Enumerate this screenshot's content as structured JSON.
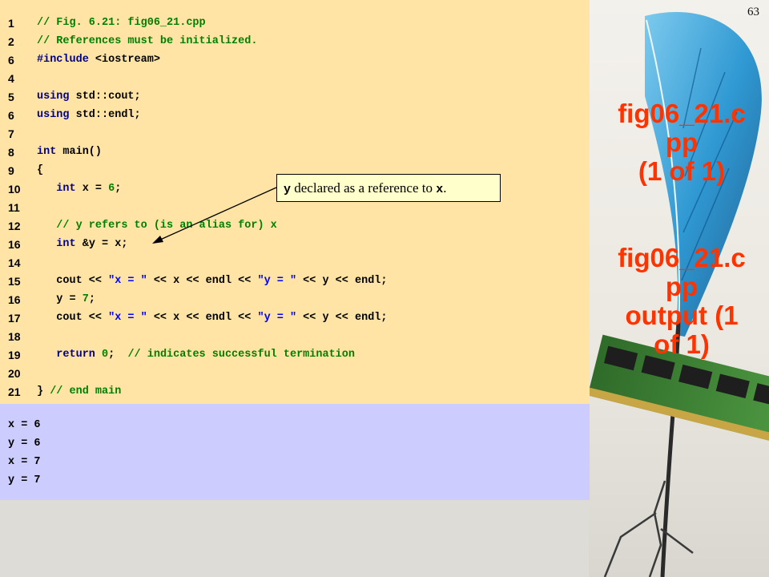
{
  "slide_number": "63",
  "side_title_1": [
    "fig06_21.c",
    "pp",
    "(1 of 1)"
  ],
  "side_title_2": [
    "fig06_21.c",
    "pp",
    "output (1",
    "of 1)"
  ],
  "code_lines": [
    {
      "num": "1",
      "segs": [
        {
          "t": "// Fig. 6.21: fig06_21.cpp",
          "c": "c"
        }
      ]
    },
    {
      "num": "2",
      "segs": [
        {
          "t": "// References must be initialized.",
          "c": "c"
        }
      ]
    },
    {
      "num": "6",
      "segs": [
        {
          "t": "#include ",
          "c": "k"
        },
        {
          "t": "<iostream>",
          "c": "p"
        }
      ]
    },
    {
      "num": "4",
      "segs": []
    },
    {
      "num": "5",
      "segs": [
        {
          "t": "using ",
          "c": "k"
        },
        {
          "t": "std::cout;",
          "c": "p"
        }
      ]
    },
    {
      "num": "6",
      "segs": [
        {
          "t": "using ",
          "c": "k"
        },
        {
          "t": "std::endl;",
          "c": "p"
        }
      ]
    },
    {
      "num": "7",
      "segs": []
    },
    {
      "num": "8",
      "segs": [
        {
          "t": "int ",
          "c": "k"
        },
        {
          "t": "main()",
          "c": "p"
        }
      ]
    },
    {
      "num": "9",
      "segs": [
        {
          "t": "{",
          "c": "p"
        }
      ]
    },
    {
      "num": "10",
      "segs": [
        {
          "t": "   int ",
          "c": "k"
        },
        {
          "t": "x = ",
          "c": "p"
        },
        {
          "t": "6",
          "c": "n"
        },
        {
          "t": ";",
          "c": "p"
        }
      ]
    },
    {
      "num": "11",
      "segs": []
    },
    {
      "num": "12",
      "segs": [
        {
          "t": "   // y refers to (is an alias for) x",
          "c": "c"
        }
      ]
    },
    {
      "num": "16",
      "segs": [
        {
          "t": "   int ",
          "c": "k"
        },
        {
          "t": "&y = x;",
          "c": "p"
        }
      ]
    },
    {
      "num": "14",
      "segs": []
    },
    {
      "num": "15",
      "segs": [
        {
          "t": "   cout << ",
          "c": "p"
        },
        {
          "t": "\"x = \"",
          "c": "s"
        },
        {
          "t": " << x << endl << ",
          "c": "p"
        },
        {
          "t": "\"y = \"",
          "c": "s"
        },
        {
          "t": " << y << endl;",
          "c": "p"
        }
      ]
    },
    {
      "num": "16",
      "segs": [
        {
          "t": "   y = ",
          "c": "p"
        },
        {
          "t": "7",
          "c": "n"
        },
        {
          "t": ";",
          "c": "p"
        }
      ]
    },
    {
      "num": "17",
      "segs": [
        {
          "t": "   cout << ",
          "c": "p"
        },
        {
          "t": "\"x = \"",
          "c": "s"
        },
        {
          "t": " << x << endl << ",
          "c": "p"
        },
        {
          "t": "\"y = \"",
          "c": "s"
        },
        {
          "t": " << y << endl;",
          "c": "p"
        }
      ]
    },
    {
      "num": "18",
      "segs": []
    },
    {
      "num": "19",
      "segs": [
        {
          "t": "   return ",
          "c": "k"
        },
        {
          "t": "0",
          "c": "n"
        },
        {
          "t": ";  ",
          "c": "p"
        },
        {
          "t": "// indicates successful termination",
          "c": "c"
        }
      ]
    },
    {
      "num": "20",
      "segs": []
    },
    {
      "num": "21",
      "segs": [
        {
          "t": "} ",
          "c": "p"
        },
        {
          "t": "// end main",
          "c": "c"
        }
      ]
    }
  ],
  "output_lines": [
    "x = 6",
    "y = 6",
    "x = 7",
    "y = 7"
  ],
  "callout": {
    "var": "y",
    "mid": " declared as a reference to ",
    "ref": "x",
    "end": "."
  },
  "colors": {
    "code_bg": "#ffe4a6",
    "output_bg": "#ccccff",
    "callout_bg": "#ffffcc",
    "title": "#ff3300",
    "comment": "#008000",
    "keyword": "#000080",
    "string": "#0000ff"
  }
}
